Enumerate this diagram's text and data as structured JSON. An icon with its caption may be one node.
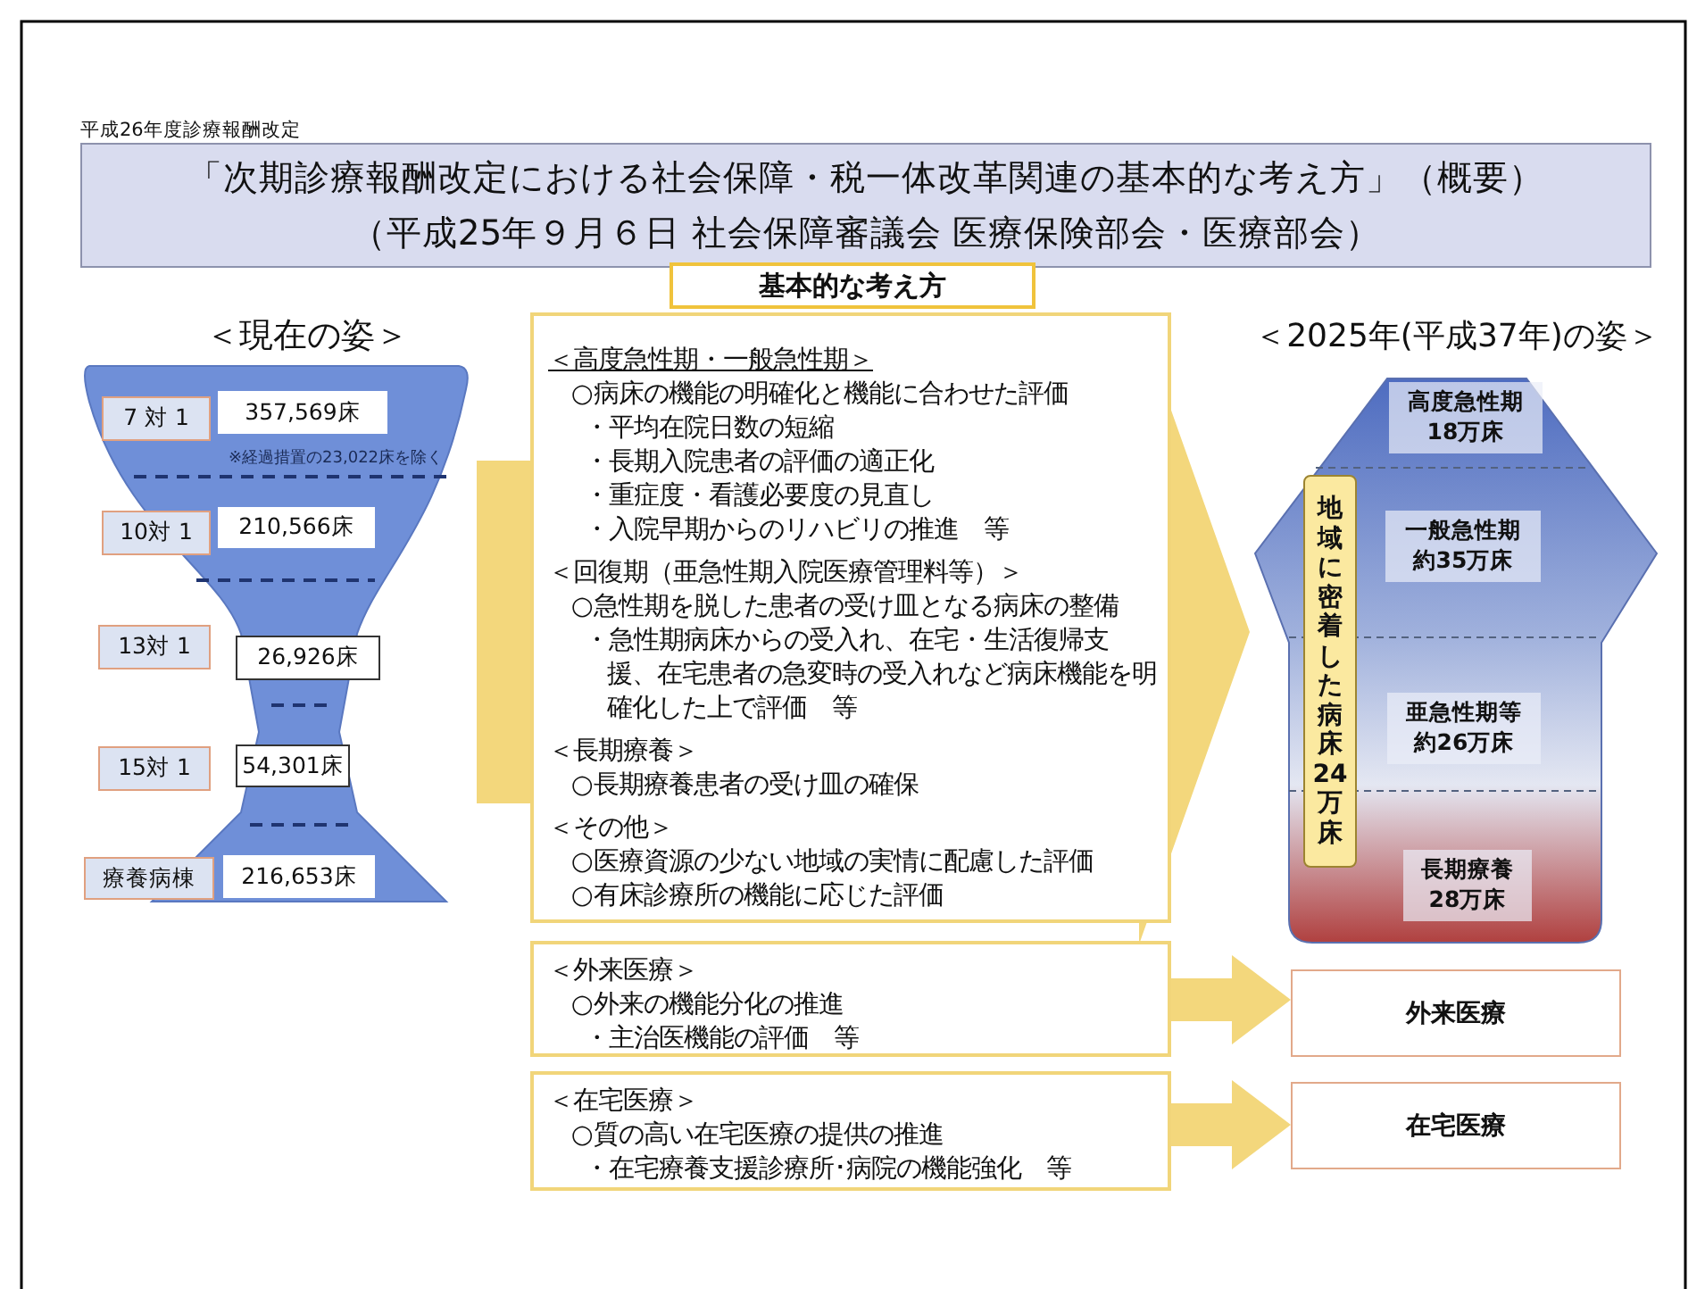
{
  "diagram": {
    "nodes": [
      {
        "text": [
          "「次期診療報酬改定における社会保障・税一体改革関連の基本的な考え方」（概要）",
          "（平成25年９月６日 社会保障審議会 医療保険部会・医療部会）"
        ],
        "beside": [
          "平成26年度診療報酬改定"
        ]
      },
      {
        "text": [
          "＜現在の姿＞"
        ]
      },
      {
        "text": [
          "7 対 1"
        ],
        "in": 1
      },
      {
        "text": [
          "357,569床"
        ],
        "in": 1
      },
      {
        "text": [
          "10対 1"
        ]
      },
      {
        "text": [
          "210,566床"
        ],
        "in": 1
      },
      {
        "text": [
          "13対 1"
        ]
      },
      {
        "text": [
          "26,926床"
        ],
        "in": 1
      },
      {
        "text": [
          "15対 1"
        ]
      },
      {
        "text": [
          "54,301床"
        ],
        "in": 1
      },
      {
        "text": [
          "療養病棟"
        ]
      },
      {
        "text": [
          "216,653床"
        ],
        "in": 1
      },
      {
        "text": [
          "基本的な考え方"
        ]
      },
      {
        "text": [
          "＜高度急性期・一般急性期＞",
          "○病床の機能の明確化と機能に合わせた評価",
          "・平均在院日数の短縮",
          "・長期入院患者の評価の適正化",
          "・重症度・看護必要度の見直し",
          "・入院早期からのリハビリの推進　等",
          "＜回復期（亜急性期入院医療管理料等）＞",
          "○急性期を脱した患者の受け皿となる病床の整備",
          "・急性期病床からの受入れ、在宅・生活復帰支援、在宅患者の急変時の受入れなど病床機能を明確化した上で評価　等",
          "＜長期療養＞",
          "○長期療養患者の受け皿の確保",
          "＜その他＞",
          "○医療資源の少ない地域の実情に配慮した評価",
          "○有床診療所の機能に応じた評価"
        ]
      },
      {
        "text": [
          "＜外来医療＞",
          "○外来の機能分化の推進",
          "・主治医機能の評価　等"
        ]
      },
      {
        "text": [
          "＜在宅医療＞",
          "○質の高い在宅医療の提供の推進",
          "・在宅療養支援診療所･病院の機能強化　等"
        ]
      },
      {
        "text": [
          "＜2025年(平成37年)の姿＞"
        ]
      },
      {
        "text": [
          "高度急性期",
          "18万床"
        ],
        "in": 16
      },
      {
        "text": [
          "一般急性期",
          "約35万床"
        ],
        "in": 16
      },
      {
        "text": [
          "亜急性期等",
          "約26万床"
        ],
        "in": 16
      },
      {
        "text": [
          "長期療養",
          "28万床"
        ],
        "in": 16
      },
      {
        "text": [
          "地域に密着した病床24万床"
        ],
        "in": 16
      },
      {
        "text": [
          "外来医療"
        ]
      },
      {
        "text": [
          "在宅医療"
        ]
      }
    ],
    "edges": [
      {
        "from": 1,
        "to": 16,
        "arrow": "to",
        "style": "thick"
      },
      {
        "from": 14,
        "to": 22,
        "arrow": "to",
        "style": "thick"
      },
      {
        "from": 15,
        "to": 23,
        "arrow": "to",
        "style": "thick"
      }
    ],
    "labels": [
      "※経過措置の23,022床を除く"
    ]
  }
}
